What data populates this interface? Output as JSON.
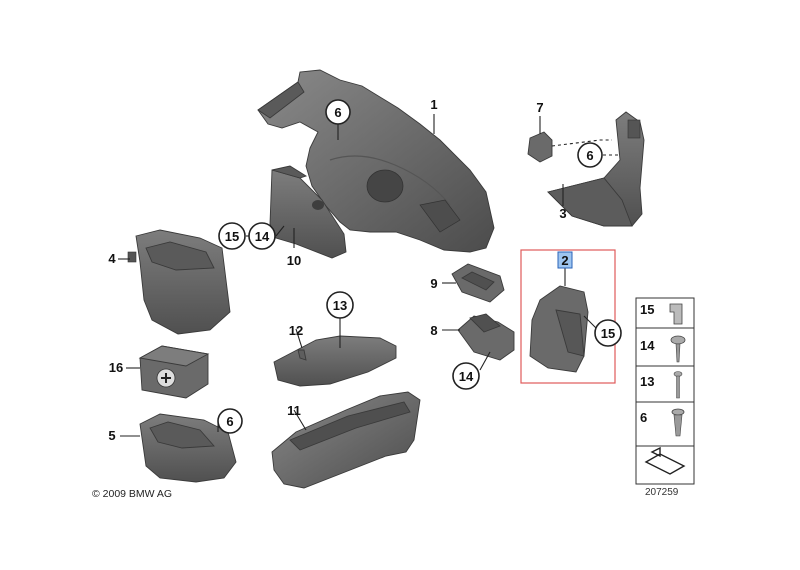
{
  "diagram": {
    "labels": {
      "p1": "1",
      "p2": "2",
      "p3": "3",
      "p4": "4",
      "p5": "5",
      "p6a": "6",
      "p6b": "6",
      "p6c": "6",
      "p7": "7",
      "p8": "8",
      "p9": "9",
      "p10": "10",
      "p11": "11",
      "p12": "12",
      "p13": "13",
      "p14a": "14",
      "p14b": "14",
      "p15a": "15",
      "p15b": "15",
      "p16": "16"
    },
    "legend": {
      "items": [
        "15",
        "14",
        "13",
        "6"
      ]
    },
    "copyright": "© 2009 BMW AG",
    "diagram_number": "207259",
    "colors": {
      "part_fill": "#6e6e6e",
      "part_dark": "#4a4a4a",
      "highlight_box": "#e05a5a",
      "selected_label_bg": "#9ec5f0"
    }
  }
}
